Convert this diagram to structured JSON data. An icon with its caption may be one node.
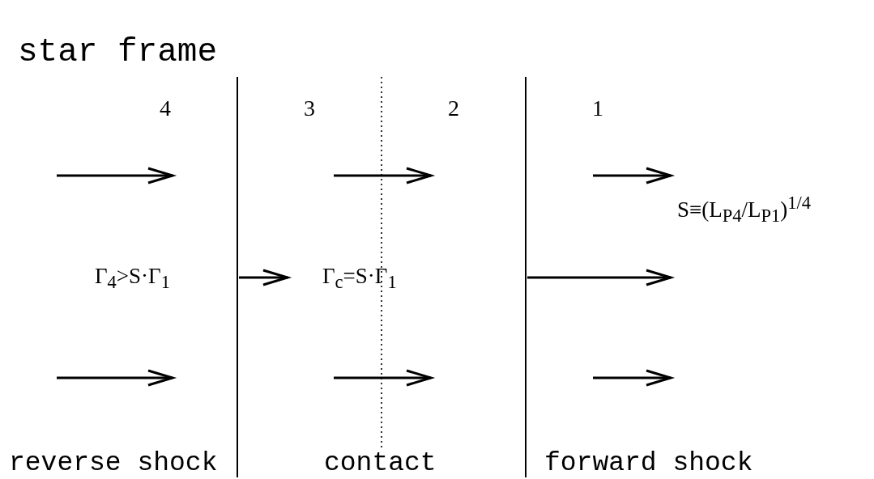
{
  "diagram": {
    "title": "star frame",
    "labels": [
      "4",
      "3",
      "2",
      "1",
      "S≡(L$_{P4}$/L$_{P1}$)$^{1/4}$",
      "Γ$_{4}$>S·Γ$_{1}$",
      "Γ$_{c}$=S·Γ$_{1}$",
      "reverse shock",
      "contact",
      "forward shock"
    ]
  }
}
